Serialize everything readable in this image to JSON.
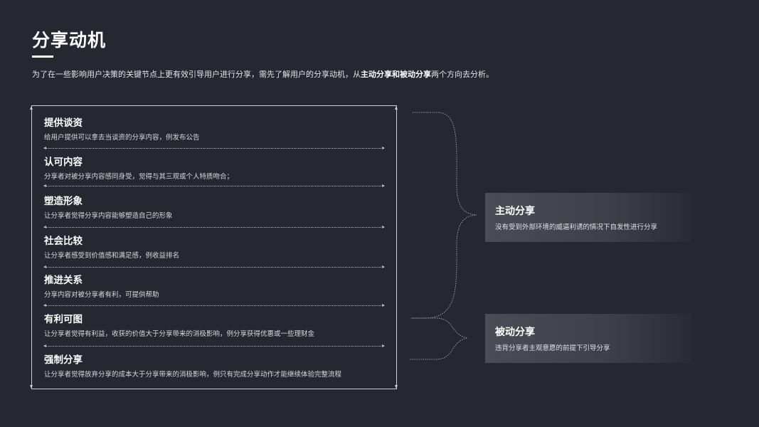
{
  "page": {
    "title": "分享动机",
    "intro": {
      "before": "为了在一些影响用户决策的关键节点上更有效引导用户进行分享，需先了解用户的分享动机，从",
      "bold": "主动分享和被动分享",
      "after": "两个方向去分析。"
    }
  },
  "motives": [
    {
      "title": "提供谈资",
      "desc": "给用户提供可以拿去当谈资的分享内容，例发布公告"
    },
    {
      "title": "认可内容",
      "desc": "分享者对被分享内容感同身受，觉得与其三观或个人特质吻合；"
    },
    {
      "title": "塑造形象",
      "desc": "让分享者觉得分享内容能够塑造自己的形象"
    },
    {
      "title": "社会比较",
      "desc": "让分享者感受到价值感和满足感，例收益排名"
    },
    {
      "title": "推进关系",
      "desc": "分享内容对被分享者有利，可提供帮助"
    },
    {
      "title": "有利可图",
      "desc": "让分享者觉得有利益，收获的价值大于分享带来的消极影响，例分享获得优惠或一些理财金"
    },
    {
      "title": "强制分享",
      "desc": "让分享者觉得放弃分享的成本大于分享带来的消极影响，例只有完成分享动作才能继续体验完整流程"
    }
  ],
  "categories": {
    "active": {
      "title": "主动分享",
      "desc": "没有受到外部环境的威逼利诱的情况下自发性进行分享"
    },
    "passive": {
      "title": "被动分享",
      "desc": "违背分享者主观意愿的前提下引导分享"
    }
  }
}
